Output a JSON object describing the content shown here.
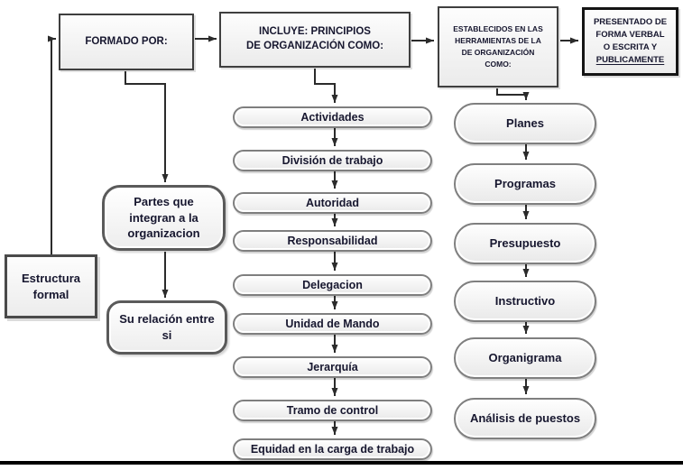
{
  "title": "Estructura formal - organizational structure flowchart",
  "colors": {
    "background": "#ffffff",
    "text": "#17172f",
    "connector": "#2b2b2b",
    "box_border": "#3f3f3f",
    "pill_border": "#7f7f7f",
    "bottom_rule": "#000000"
  },
  "nodes": {
    "estructura_formal": "Estructura\nformal",
    "formado_por": "FORMADO POR:",
    "incluye": "INCLUYE: PRINCIPIOS\nDE ORGANIZACIÓN COMO:",
    "establecidos": "ESTABLECIDOS EN LAS\nHERRAMIENTAS DE LA\nDE ORGANIZACIÓN\nCOMO:",
    "presentado_top": "PRESENTADO DE\nFORMA VERBAL\nO ESCRITA Y",
    "presentado_underlined": "PUBLICAMENTE",
    "partes": "Partes que\nintegran a la\norganizacion",
    "relacion": "Su relación entre\nsi"
  },
  "middle_column": {
    "items": [
      "Actividades",
      "División de trabajo",
      "Autoridad",
      "Responsabilidad",
      "Delegacion",
      "Unidad de Mando",
      "Jerarquía",
      "Tramo de control",
      "Equidad en la carga de trabajo"
    ]
  },
  "right_column": {
    "items": [
      "Planes",
      "Programas",
      "Presupuesto",
      "Instructivo",
      "Organigrama",
      "Análisis de puestos"
    ]
  }
}
